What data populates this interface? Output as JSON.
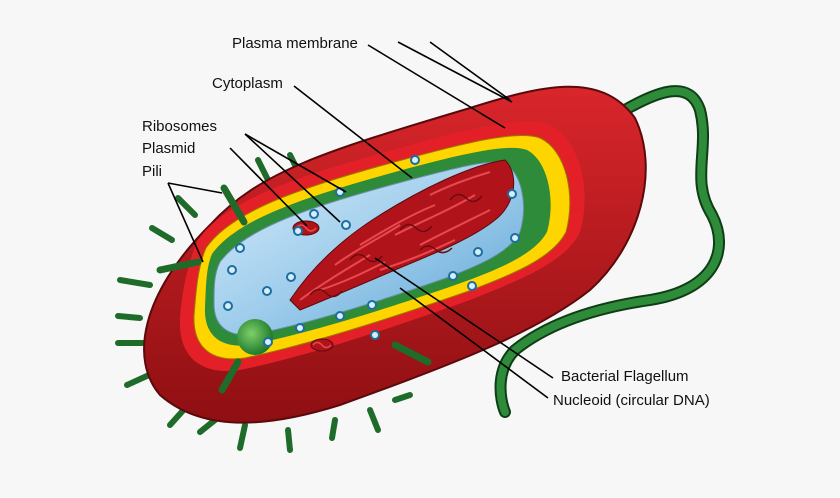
{
  "labels": {
    "plasma_membrane": "Plasma membrane",
    "cytoplasm": "Cytoplasm",
    "ribosomes": "Ribosomes",
    "plasmid": "Plasmid",
    "pili": "Pili",
    "flagellum": "Bacterial Flagellum",
    "nucleoid": "Nucleoid (circular DNA)"
  },
  "colors": {
    "capsule": "#c4161c",
    "capsule_dark": "#8e0f12",
    "cell_wall": "#ffd500",
    "membrane": "#2e8b3a",
    "cytoplasm": "#a9d3ee",
    "dna": "#b0141a",
    "pili": "#1f6b2a",
    "flagellum": "#1f6b2a",
    "ribosome": "#1a6fa0",
    "background": "#f7f7f7"
  }
}
